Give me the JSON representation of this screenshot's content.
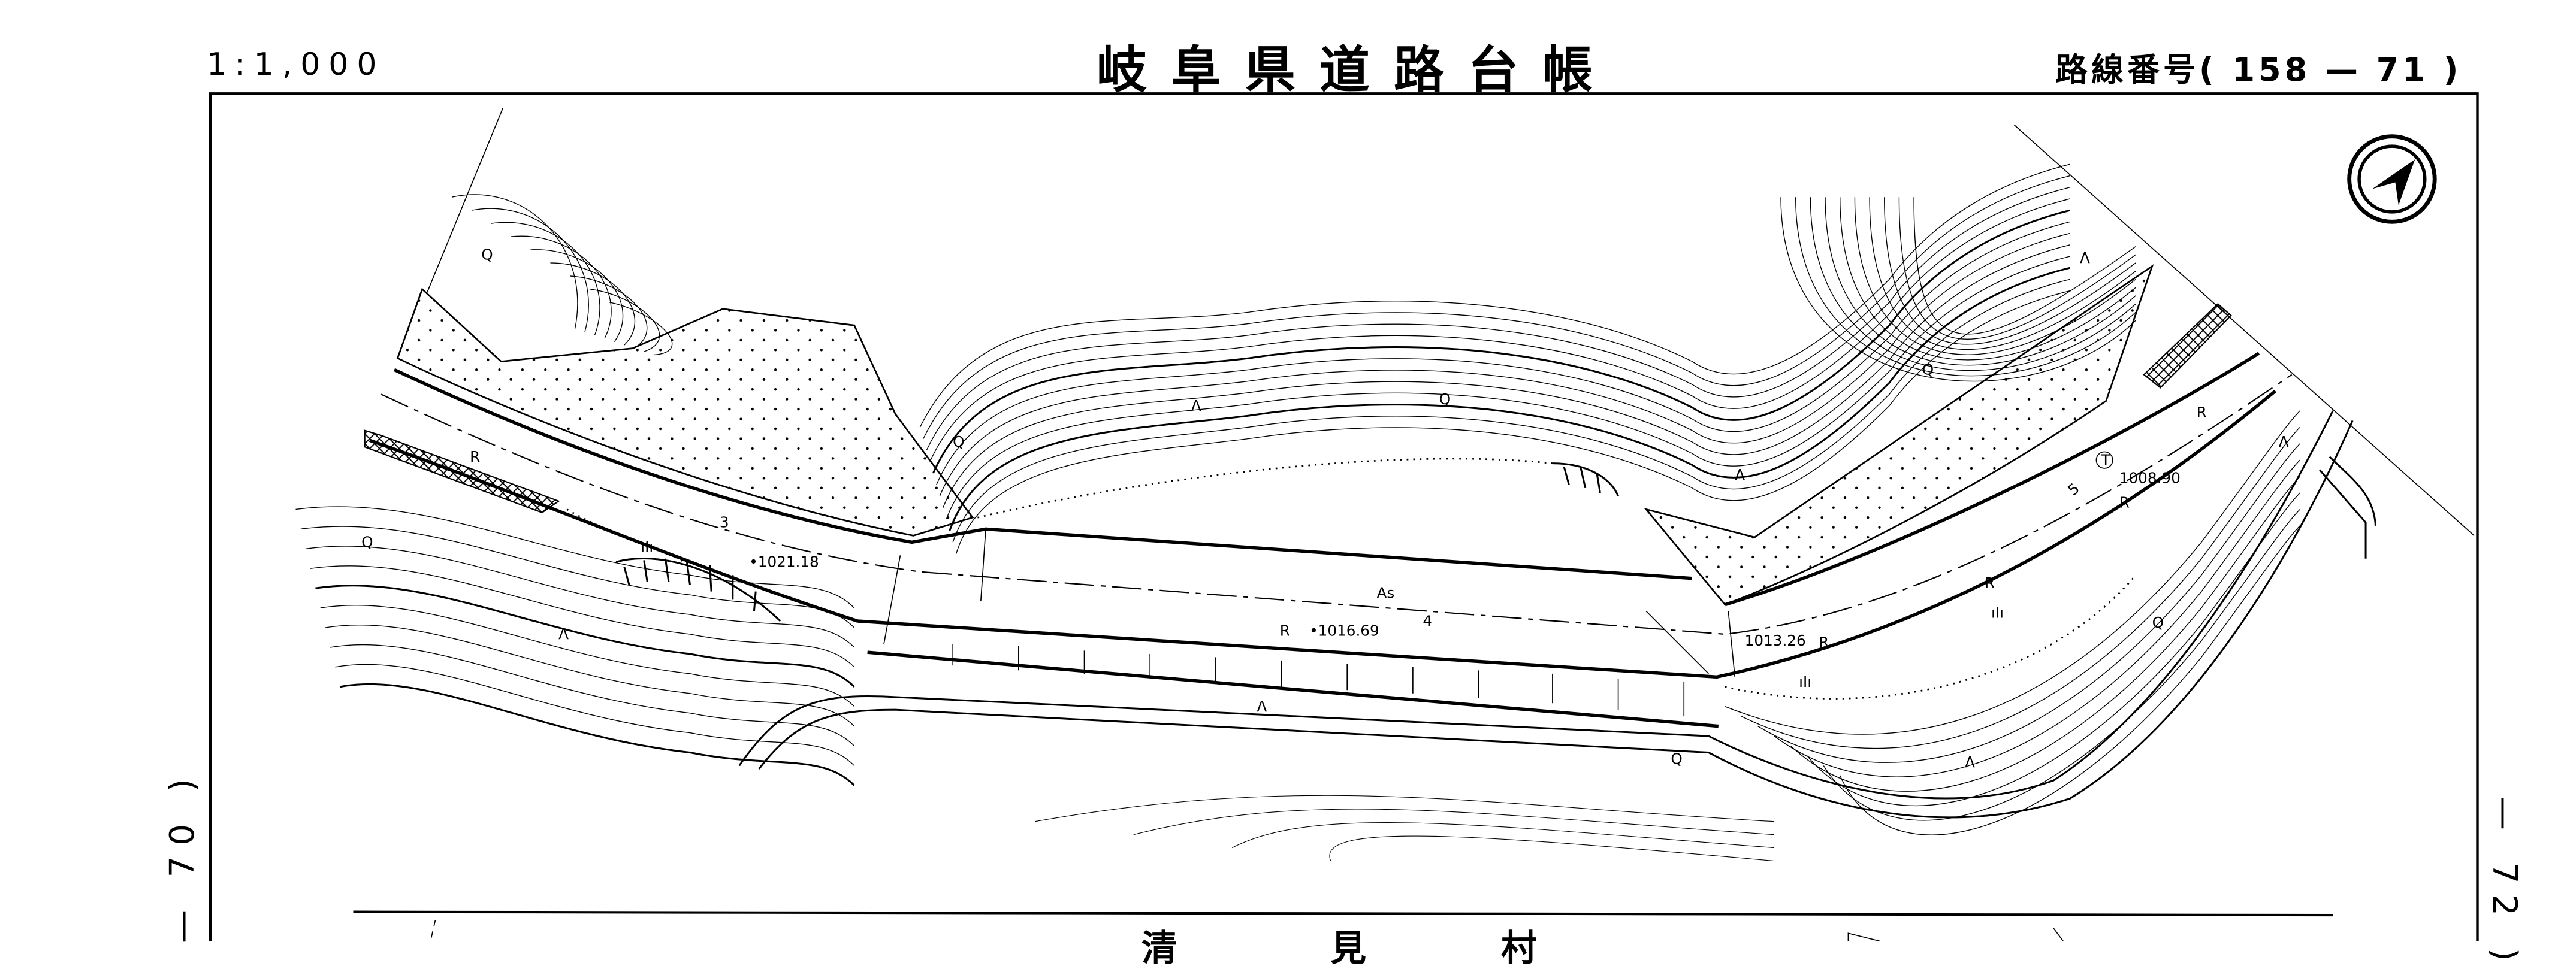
{
  "header": {
    "scale": "1:1,000",
    "title": "岐阜県道路台帳",
    "route_number": "路線番号( 158 — 71 )"
  },
  "adjacent_sheets": {
    "left": "— 70 )",
    "right": "— 72 )"
  },
  "map": {
    "north_arrow": "north-arrow-icon",
    "surface_label": "As",
    "station_labels": [
      "3",
      "4",
      "5"
    ],
    "elevations": [
      "•1021.18",
      "•1016.69",
      "1013.26",
      "1008.90"
    ],
    "road_symbol": "R",
    "benchmark_symbol": "T",
    "symbols": {
      "broadleaf": "Q",
      "grass": "ıIı",
      "wasteland": "Λ"
    }
  },
  "legend_strip": {
    "municipality": [
      "清",
      "見",
      "村"
    ]
  }
}
